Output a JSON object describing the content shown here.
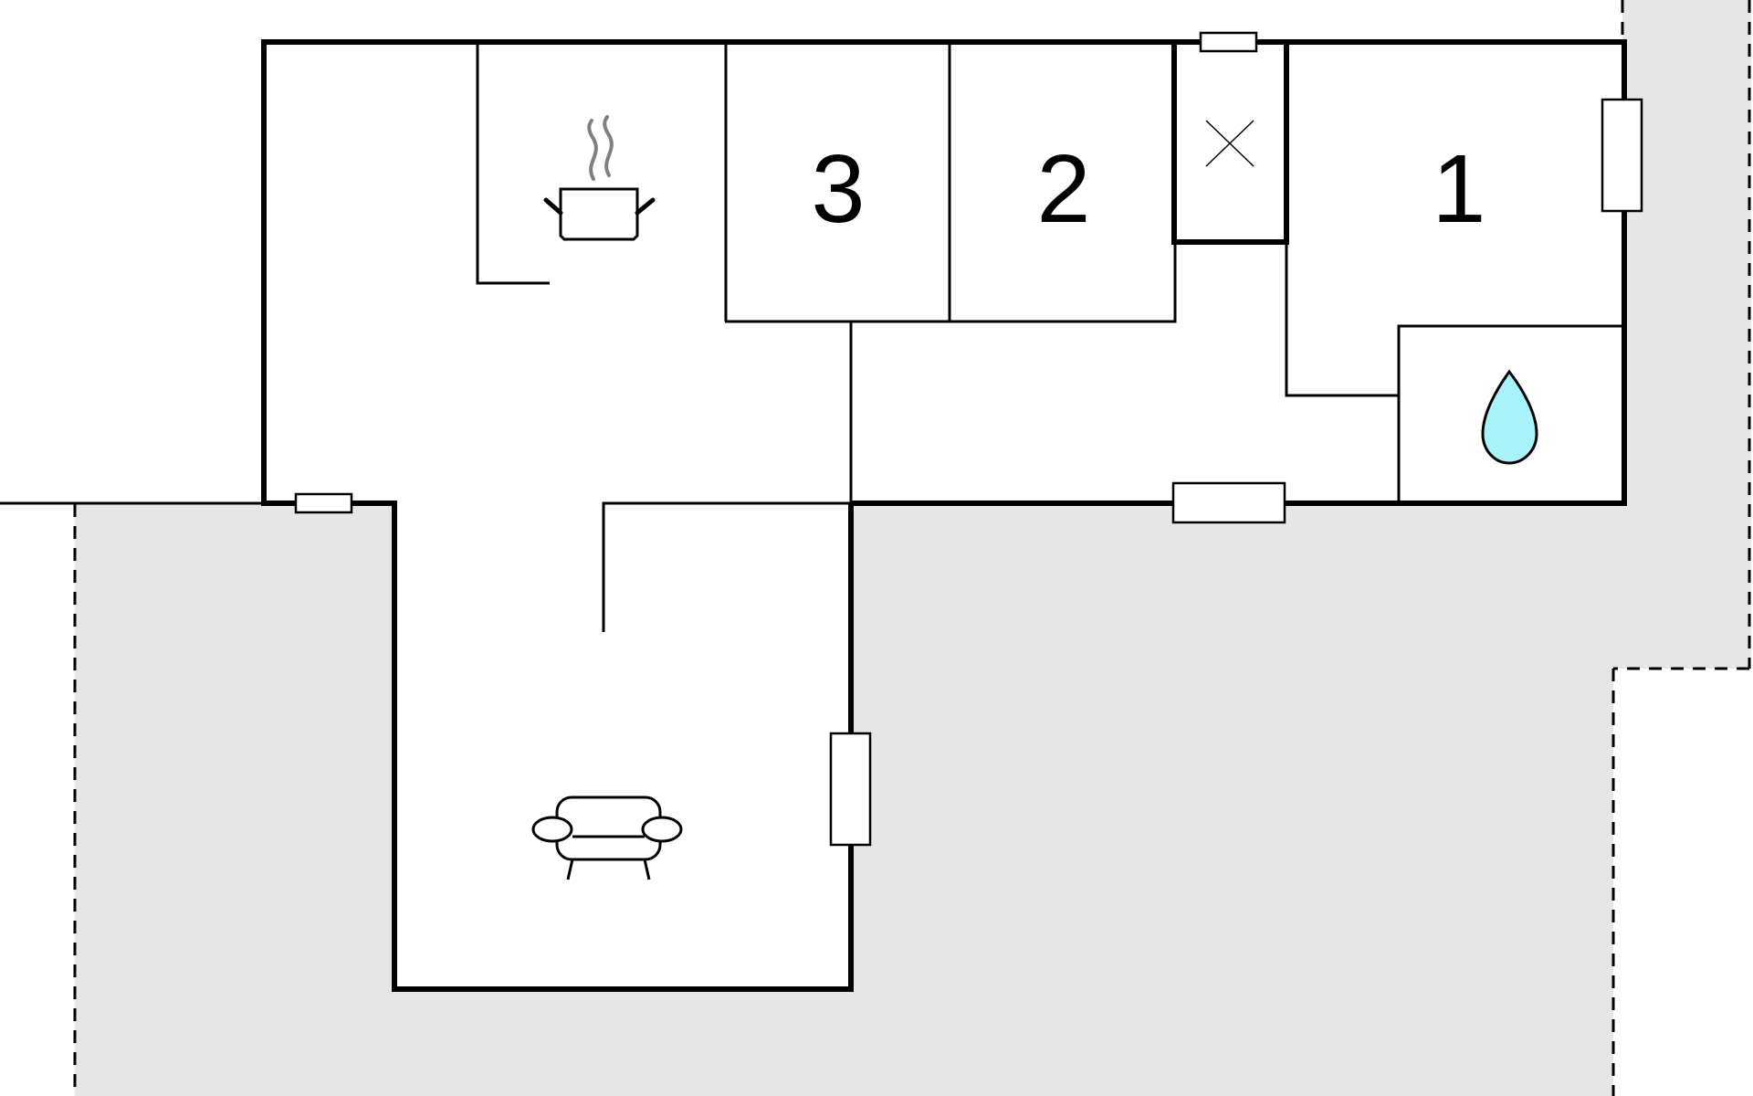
{
  "rooms": {
    "bedroom_1": {
      "number": "1"
    },
    "bedroom_2": {
      "number": "2"
    },
    "bedroom_3": {
      "number": "3"
    }
  },
  "icons": {
    "kitchen": "cooking-pot-icon",
    "bathroom": "water-drop-icon",
    "living_room": "sofa-icon",
    "closed_room": "cross-icon"
  },
  "colors": {
    "outdoor_area": "#e6e6e6",
    "water_drop": "#a8f2fa",
    "steam": "#808080",
    "walls": "#000000"
  }
}
